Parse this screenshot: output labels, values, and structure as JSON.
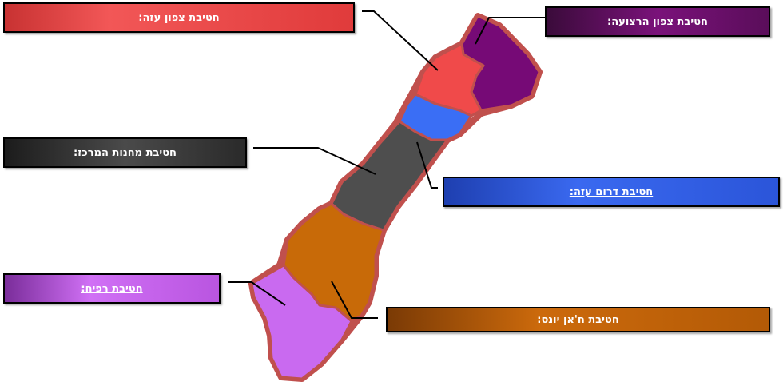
{
  "labels": {
    "north_gaza": "חטיבת צפון עזה:",
    "nuseirat": "חטיבת צפון הרצועה:",
    "central_camps": "חטיבת מחנות המרכז:",
    "south_gaza": "חטיבת דרום עזה:",
    "rafah": "חטיבת רפיח:",
    "khan_yunis": "חטיבת ח'אן יונס:"
  },
  "colors": {
    "north_gaza": "#f04a4a",
    "nuseirat": "#760a76",
    "central_camps": "#4e4e4e",
    "south_gaza": "#3a6ef5",
    "rafah": "#c96af0",
    "khan_yunis": "#c86a08",
    "border": "#c0504d"
  }
}
